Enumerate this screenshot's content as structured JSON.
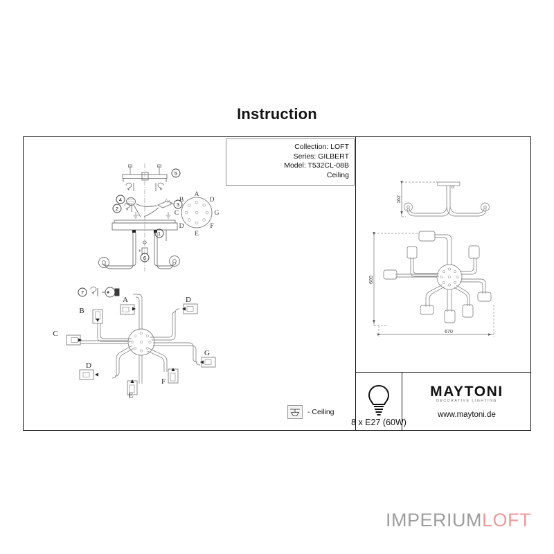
{
  "document": {
    "title": "Instruction"
  },
  "info": {
    "collection": "Collection: LOFT",
    "series": "Series: GILBERT",
    "model": "Model: T532CL-08B",
    "type": "Ceiling"
  },
  "assembly": {
    "callouts": [
      "1",
      "2",
      "3",
      "4",
      "5",
      "6",
      "7"
    ],
    "terminal_letters": {
      "top": "A",
      "upper_left": "B",
      "upper_right": "D",
      "left": "C",
      "right": "G",
      "lower_left": "D",
      "lower_right": "F",
      "bottom": "E"
    }
  },
  "wiring": {
    "labels": {
      "a": "A",
      "b": "B",
      "c": "C",
      "d_top": "D",
      "d_bottom": "D",
      "e": "E",
      "f": "F",
      "g": "G"
    },
    "bulb_callout": "7"
  },
  "dimensions": {
    "height": "162",
    "depth": "600",
    "width": "670"
  },
  "legend": {
    "icon": "ceiling-mount-icon",
    "label": "- Ceiling"
  },
  "bulb_panel": {
    "icon": "light-bulb-icon",
    "spec": "8 x E27 (60W)"
  },
  "brand": {
    "name": "MAYTONI",
    "tagline": "DECORATIVE LIGHTING",
    "url": "www.maytoni.de"
  },
  "watermark": {
    "part1": "IMPERIUM",
    "part2": "LOFT",
    "color1": "#9d9d9d",
    "color2": "#ef9a9a"
  }
}
